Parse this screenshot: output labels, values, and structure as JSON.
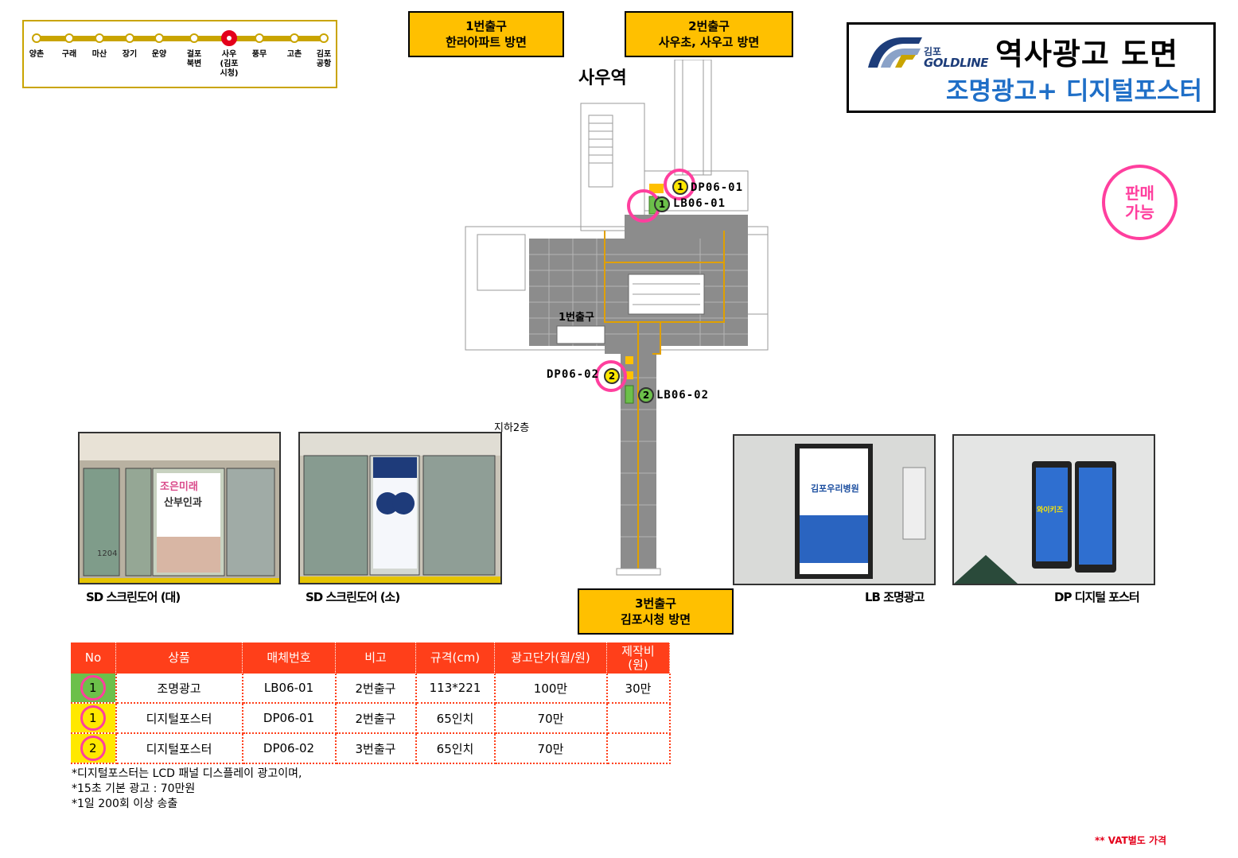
{
  "line_map": {
    "stations": [
      {
        "name": "양촌",
        "current": false
      },
      {
        "name": "구래",
        "current": false
      },
      {
        "name": "마산",
        "current": false
      },
      {
        "name": "장기",
        "current": false
      },
      {
        "name": "운양",
        "current": false
      },
      {
        "name": "걸포\n북변",
        "current": false
      },
      {
        "name": "사우\n(김포\n시청)",
        "current": true
      },
      {
        "name": "풍무",
        "current": false
      },
      {
        "name": "고촌",
        "current": false
      },
      {
        "name": "김포\n공항",
        "current": false
      }
    ]
  },
  "exits": {
    "exit1": {
      "line1": "1번출구",
      "line2": "한라아파트 방면"
    },
    "exit2": {
      "line1": "2번출구",
      "line2": "사우초, 사우고 방면"
    },
    "exit3": {
      "line1": "3번출구",
      "line2": "김포시청 방면"
    }
  },
  "title": {
    "logo_ko": "김포",
    "logo_en": "GOLDLINE",
    "main": "역사광고 도면",
    "sub": "조명광고+ 디지털포스터"
  },
  "station_name": "사우역",
  "sale_badge": "판매\n가능",
  "floor_plan": {
    "floor_label": "지하2층",
    "exit1_inner_label": "1번출구",
    "markers": [
      {
        "code": "DP06-01",
        "num": "1",
        "kind": "DP"
      },
      {
        "code": "LB06-01",
        "num": "1",
        "kind": "LB"
      },
      {
        "code": "DP06-02",
        "num": "2",
        "kind": "DP"
      },
      {
        "code": "LB06-02",
        "num": "2",
        "kind": "LB"
      }
    ]
  },
  "photos": {
    "sd_large": {
      "caption": "SD 스크린도어 (대)",
      "ad_text1": "조은미래",
      "ad_text2": "산부인과",
      "car_number": "1204"
    },
    "sd_small": {
      "caption": "SD 스크린도어 (소)"
    },
    "lb": {
      "caption": "LB 조명광고",
      "ad_text": "김포우리병원"
    },
    "dp": {
      "caption": "DP 디지털 포스터",
      "ad_text": "와이키즈"
    }
  },
  "colors": {
    "accent_pink": "#ff3f9e",
    "table_header": "#ff3f1a",
    "exit_yellow": "#ffc000",
    "title_blue": "#1f6fc7",
    "lb_green": "#6cc04a",
    "dp_yellow": "#ffe800",
    "line_gold": "#c9a400",
    "current_red": "#e4001b"
  },
  "table": {
    "headers": [
      "No",
      "상품",
      "매체번호",
      "비고",
      "규격(cm)",
      "광고단가(월/원)",
      "제작비\n(원)"
    ],
    "rows": [
      {
        "no": "1",
        "no_color": "#6cc04a",
        "product": "조명광고",
        "code": "LB06-01",
        "note": "2번출구",
        "size": "113*221",
        "price": "100만",
        "prod_cost": "30만"
      },
      {
        "no": "1",
        "no_color": "#ffe800",
        "product": "디지털포스터",
        "code": "DP06-01",
        "note": "2번출구",
        "size": "65인치",
        "price": "70만",
        "prod_cost": ""
      },
      {
        "no": "2",
        "no_color": "#ffe800",
        "product": "디지털포스터",
        "code": "DP06-02",
        "note": "3번출구",
        "size": "65인치",
        "price": "70만",
        "prod_cost": ""
      }
    ]
  },
  "notes": [
    "*디지털포스터는 LCD 패널 디스플레이 광고이며,",
    "*15초 기본 광고 : 70만원",
    "*1일 200회 이상 송출"
  ],
  "vat_note": "** VAT별도 가격"
}
